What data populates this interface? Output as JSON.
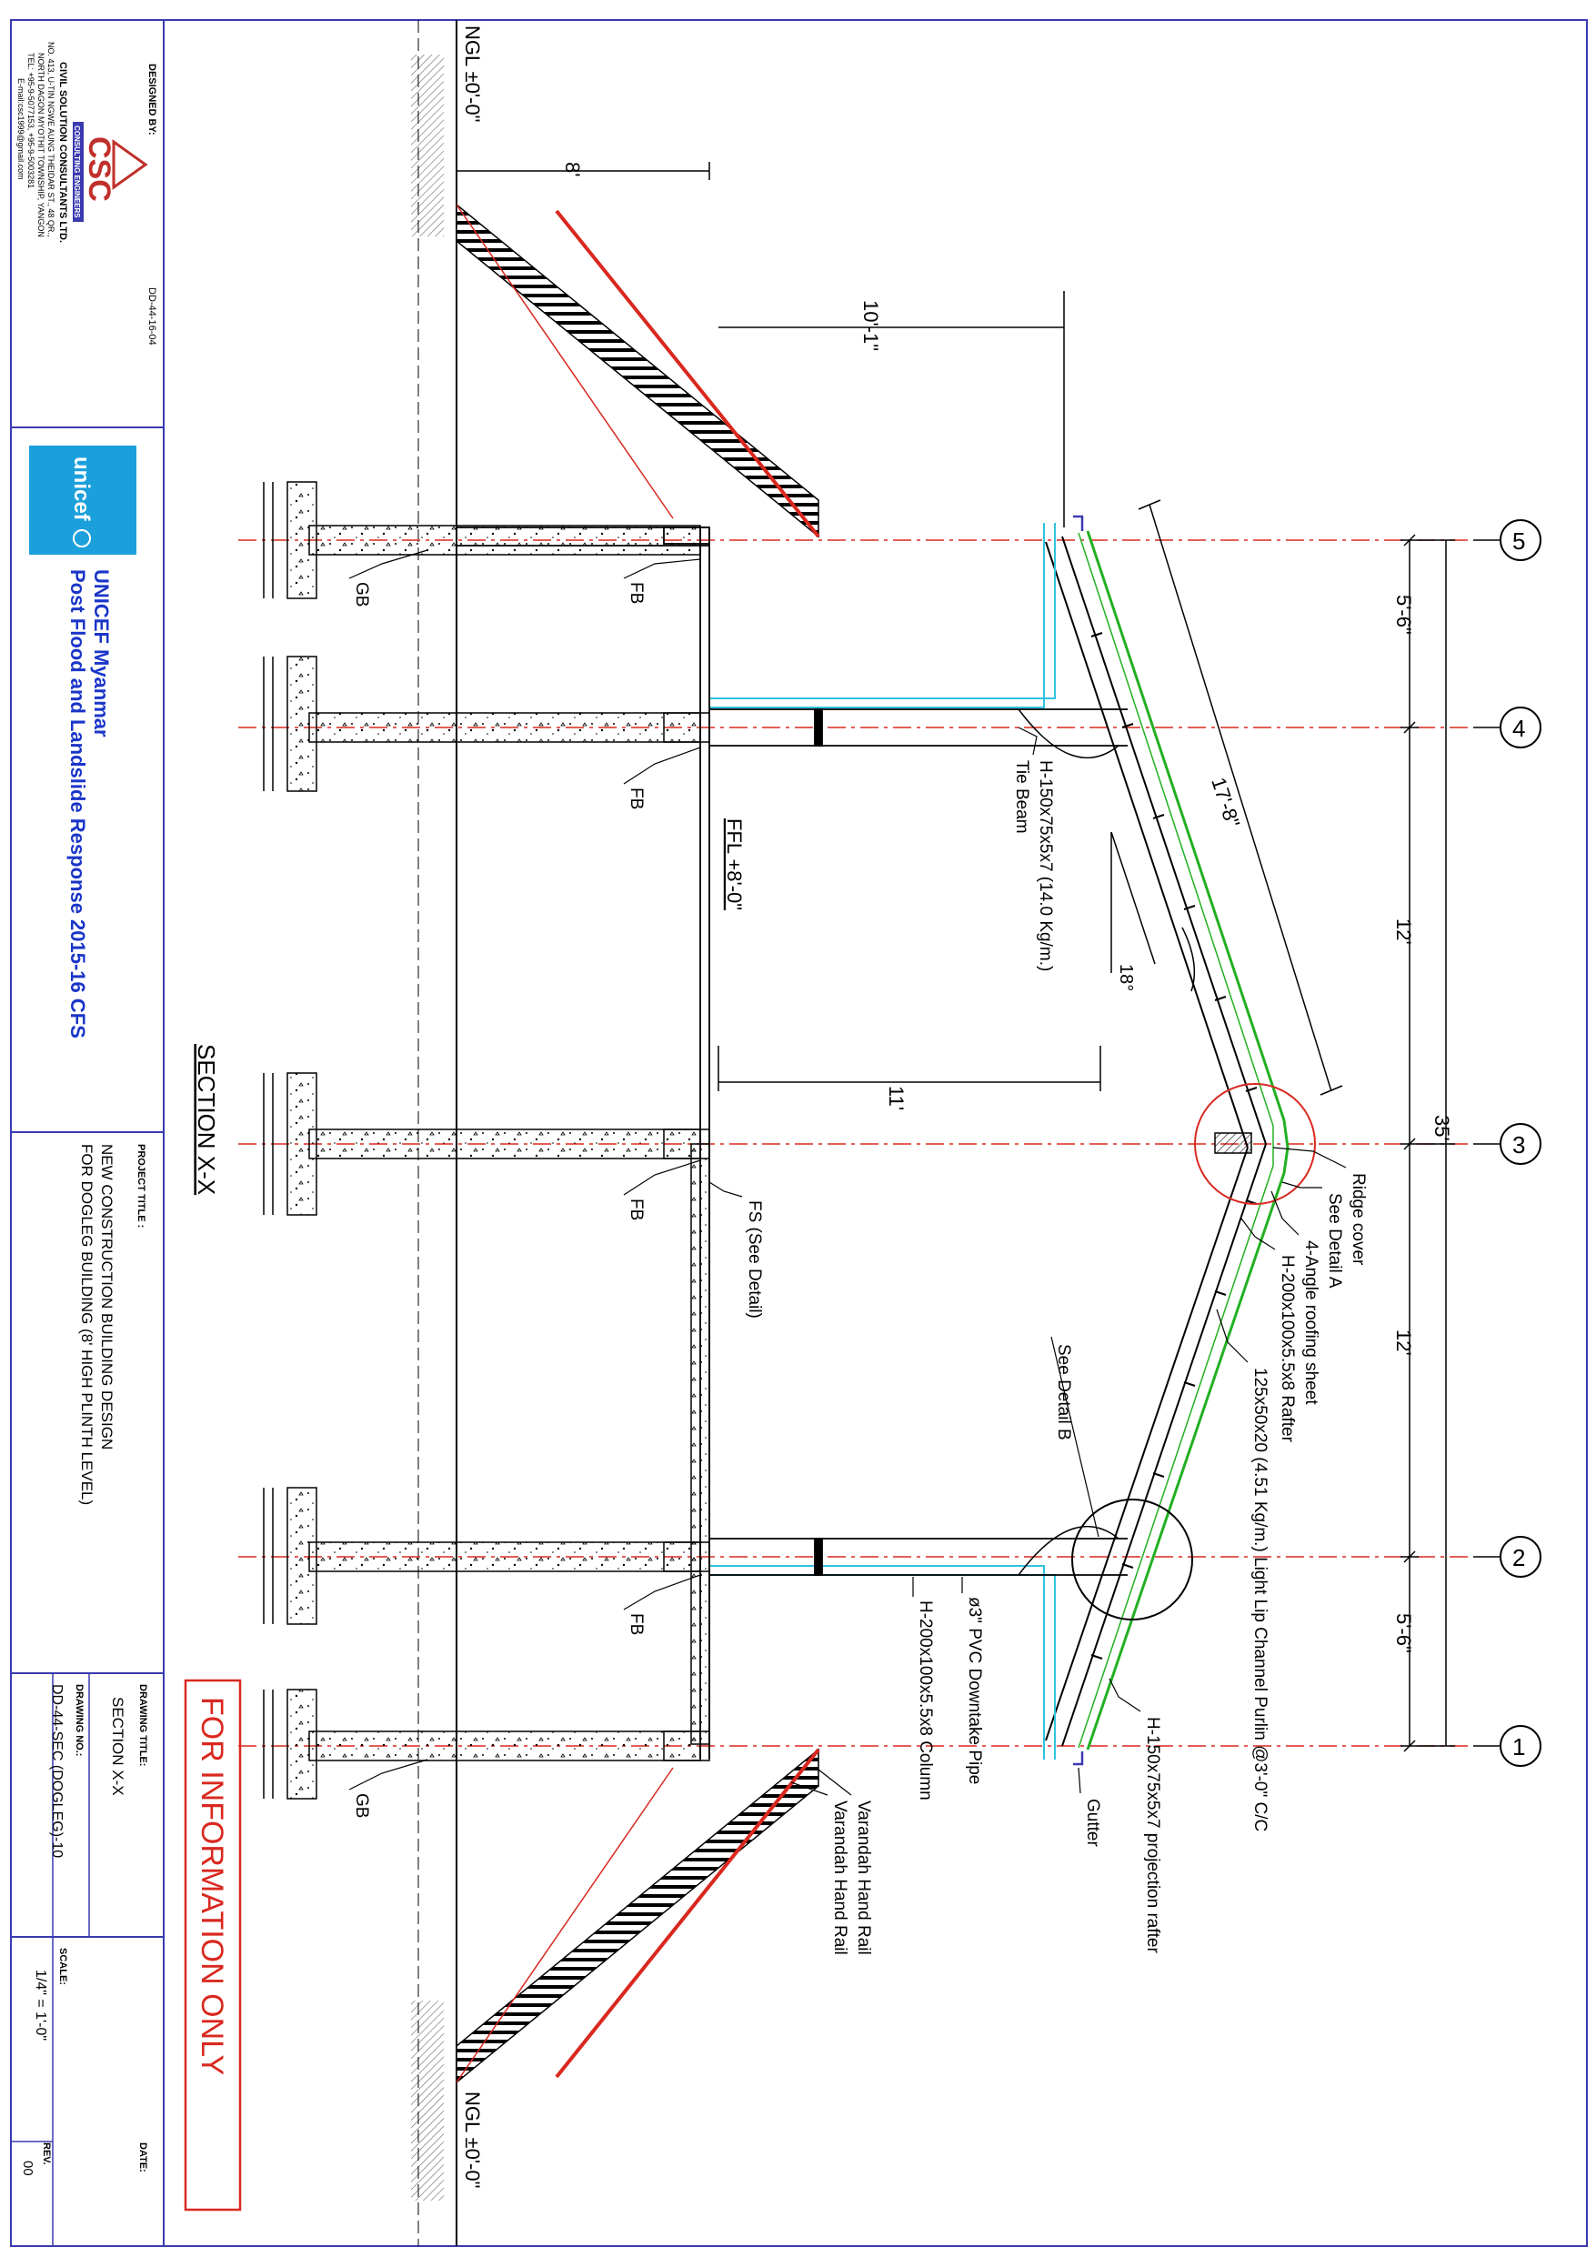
{
  "title_block": {
    "designed_by_label": "DESIGNED BY:",
    "doc_ref": "DD-44-16-04",
    "company_logo": "CSC",
    "company_tagline": "CONSULTING ENGINEERS",
    "company_name": "CIVIL SOLUTION CONSULTANTS LTD.",
    "address_1": "NO. 413, U-TIN NGWE AUNG THEIDAR ST., 48 QR.,",
    "address_2": "NORTH DAGON MYOTHIT TOWNSHIP, YANGON",
    "phone": "TEL: +95-9-5077153, +95-9-5003281",
    "email": "E-mail:csc1999@gmail.com",
    "client_logo": "unicef",
    "client_1": "UNICEF Myanmar",
    "client_2": "Post Flood and Landslide Response 2015-16 CFS",
    "project_title_label": "PROJECT TITLE :",
    "project_title_1": "NEW CONSTRUCTION BUILDING DESIGN",
    "project_title_2": "FOR DOGLEG BUILDING (8' HIGH PLINTH LEVEL)",
    "drawing_title_label": "DRAWING TITLE:",
    "drawing_title": "SECTION X-X",
    "drawing_no_label": "DRAWING NO.:",
    "drawing_no": "DD-44-SEC (DOGLEG)-10",
    "scale_label": "SCALE:",
    "scale": "1/4\" = 1'-0\"",
    "date_label": "DATE:",
    "rev_label": "REV.",
    "rev": "00"
  },
  "stamp": "FOR INFORMATION ONLY",
  "section_title": "SECTION X-X",
  "grid_labels": [
    "5",
    "4",
    "3",
    "2",
    "1"
  ],
  "dimensions": {
    "bay_1": "5'-6\"",
    "bay_2": "12'",
    "overall": "35'",
    "bay_3": "12'",
    "bay_4": "5'-6\"",
    "rafter_length": "17'-8\"",
    "offset": "10'-1\"",
    "stair_top": "8'",
    "span": "11'",
    "slope": "18°"
  },
  "levels": {
    "ngl_left": "NGL ±0'-0\"",
    "ngl_right": "NGL ±0'-0\"",
    "ffl": "FFL +8'-0\""
  },
  "labels": {
    "ridge_cover": "Ridge cover",
    "see_detail_a": "See Detail A",
    "roofing_sheet": "4-Angle roofing sheet",
    "rafter": "H-200x100x5.5x8 Rafter",
    "purlin": "125x50x20 (4.51 Kg/m.) Light Lip Channel Purlin @3'-0\" C/C",
    "projection_rafter": "H-150x75x5x7 projection rafter",
    "gutter": "Gutter",
    "downtake": "ø3\" PVC Downtake Pipe",
    "column": "H-200x100x5.5x8 Column",
    "hand_rail_1": "Varandah Hand Rail",
    "hand_rail_2": "Varandah Hand Rail",
    "tie_beam_1": "H-150x75x5x7 (14.0 Kg/m.)",
    "tie_beam_2": "Tie Beam",
    "see_detail_b": "See Detail B",
    "fs": "FS (See Detail)",
    "fb": "FB",
    "gb": "GB"
  },
  "colors": {
    "border": "#3a3ab0",
    "stamp": "#d9281f",
    "grid": "#d9281f",
    "purlin": "#22b022",
    "pipe": "#2fc3e0",
    "client_text": "#1a35c8",
    "unicef_bg": "#1ca0dc"
  }
}
